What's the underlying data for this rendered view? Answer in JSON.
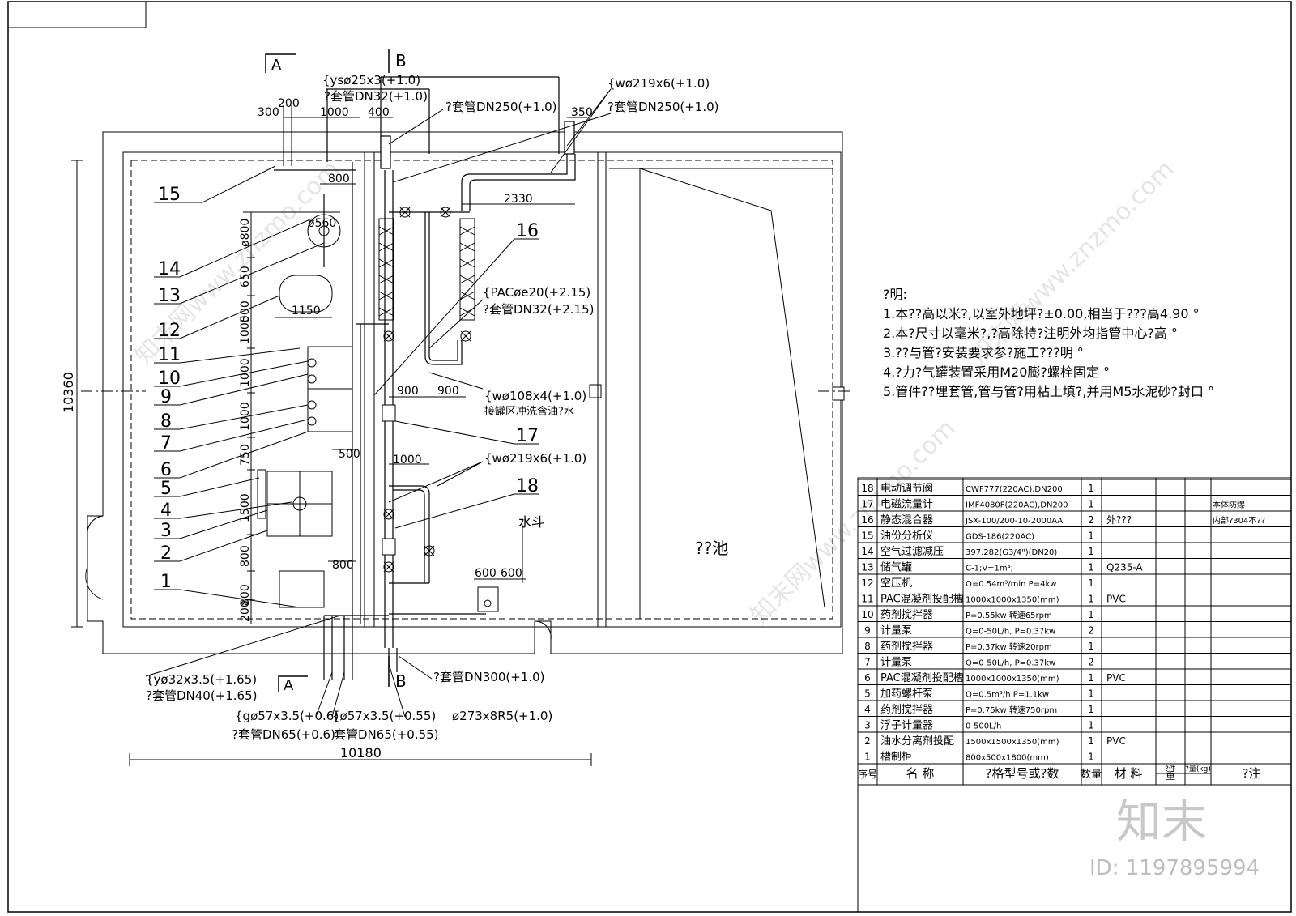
{
  "labels": {
    "section_a_top": "A",
    "section_a_bottom": "A",
    "section_b_top": "B",
    "section_b_bottom": "B",
    "pipe_ys_top": "{ysø25x3(+1.0)",
    "sleeve_dn32_top": "?套管DN32(+1.0)",
    "sleeve_dn250_a": "?套管DN250(+1.0)",
    "pipe_w219_top": "{wø219x6(+1.0)",
    "sleeve_dn250_b": "?套管DN250(+1.0)",
    "dim_300": "300",
    "dim_200": "200",
    "dim_1000_top": "1000",
    "dim_400": "400",
    "dim_350": "350",
    "dim_800_top": "800",
    "dim_2330": "2330",
    "dim_d560": "ø560",
    "dim_d800": "ø800",
    "dim_650": "650",
    "dim_500_v": "500",
    "dim_1150": "1150",
    "dim_1000_v1": "1000",
    "dim_1000_v2": "1000",
    "dim_1000_v3": "1000",
    "dim_750": "750",
    "dim_500_h": "500",
    "dim_1500": "1500",
    "dim_800_v": "800",
    "dim_800_h": "800",
    "dim_800_v2": "800",
    "dim_200_v": "200",
    "pipe_pac": "{PACøe20(+2.15)",
    "sleeve_dn32_pac": "?套管DN32(+2.15)",
    "dim_900_a": "900",
    "dim_900_b": "900",
    "pipe_w108": "{wø108x4(+1.0)",
    "wash_note": "接罐区冲洗含油?水",
    "dim_1000_mid": "1000",
    "pipe_w219_mid": "{wø219x6(+1.0)",
    "water_bucket": "水斗",
    "dim_600_a": "600",
    "dim_600_b": "600",
    "pool_label": "??池",
    "dim_10360": "10360",
    "dim_10180": "10180",
    "pipe_ys32": "{yø32x3.5(+1.65)",
    "sleeve_dn40": "?套管DN40(+1.65)",
    "sleeve_dn300": "?套管DN300(+1.0)",
    "pipe_g57": "{gø57x3.5(+0.6)",
    "pipe_57b": "{ø57x3.5(+0.55)",
    "pipe_273": "ø273x8R5(+1.0)",
    "sleeve_dn65_a": "?套管DN65(+0.6)",
    "sleeve_dn65_b": "套管DN65(+0.55)"
  },
  "callouts": [
    "1",
    "2",
    "3",
    "4",
    "5",
    "6",
    "7",
    "8",
    "9",
    "10",
    "11",
    "12",
    "13",
    "14",
    "15",
    "16",
    "17",
    "18"
  ],
  "notes": {
    "title": "?明:",
    "items": [
      "1.本??高以米?,以室外地坪?±0.00,相当于???高4.90 °",
      "2.本?尺寸以毫米?,?高除特?注明外均指管中心?高 °",
      "3.??与管?安装要求参?施工???明 °",
      "4.?力?气罐装置采用M20膨?螺栓固定 °",
      "5.管件??埋套管,管与管?用粘土填?,并用M5水泥砂?封口 °"
    ]
  },
  "bom": {
    "rows": [
      {
        "no": "18",
        "name": "电动调节阀",
        "spec": "CWF777(220AC),DN200",
        "qty": "1",
        "material": "",
        "remark": ""
      },
      {
        "no": "17",
        "name": "电磁流量计",
        "spec": "IMF4080F(220AC),DN200",
        "qty": "1",
        "material": "",
        "remark": "本体防爆"
      },
      {
        "no": "16",
        "name": "静态混合器",
        "spec": "JSX-100/200-10-2000AA",
        "qty": "2",
        "material": "外???",
        "remark": "内部?304不??"
      },
      {
        "no": "15",
        "name": "油份分析仪",
        "spec": "GDS-186(220AC)",
        "qty": "1",
        "material": "",
        "remark": ""
      },
      {
        "no": "14",
        "name": "空气过滤减压",
        "spec": "397.282(G3/4\")(DN20)",
        "qty": "1",
        "material": "",
        "remark": ""
      },
      {
        "no": "13",
        "name": "储气罐",
        "spec": "C-1;V=1m³;",
        "qty": "1",
        "material": "Q235-A",
        "remark": ""
      },
      {
        "no": "12",
        "name": "空压机",
        "spec": "Q=0.54m³/min  P=4kw",
        "qty": "1",
        "material": "",
        "remark": ""
      },
      {
        "no": "11",
        "name": "PAC混凝剂投配槽",
        "spec": "1000x1000x1350(mm)",
        "qty": "1",
        "material": "PVC",
        "remark": ""
      },
      {
        "no": "10",
        "name": "药剂搅拌器",
        "spec": "P=0.55kw 转速65rpm",
        "qty": "1",
        "material": "",
        "remark": ""
      },
      {
        "no": "9",
        "name": "计量泵",
        "spec": "Q=0-50L/h, P=0.37kw",
        "qty": "2",
        "material": "",
        "remark": ""
      },
      {
        "no": "8",
        "name": "药剂搅拌器",
        "spec": "P=0.37kw 转速20rpm",
        "qty": "1",
        "material": "",
        "remark": ""
      },
      {
        "no": "7",
        "name": "计量泵",
        "spec": "Q=0-50L/h, P=0.37kw",
        "qty": "2",
        "material": "",
        "remark": ""
      },
      {
        "no": "6",
        "name": "PAC混凝剂投配槽",
        "spec": "1000x1000x1350(mm)",
        "qty": "1",
        "material": "PVC",
        "remark": ""
      },
      {
        "no": "5",
        "name": "加药螺杆泵",
        "spec": "Q=0.5m³/h   P=1.1kw",
        "qty": "1",
        "material": "",
        "remark": ""
      },
      {
        "no": "4",
        "name": "药剂搅拌器",
        "spec": "P=0.75kw 转速750rpm",
        "qty": "1",
        "material": "",
        "remark": ""
      },
      {
        "no": "3",
        "name": "浮子计量器",
        "spec": "0-500L/h",
        "qty": "1",
        "material": "",
        "remark": ""
      },
      {
        "no": "2",
        "name": "油水分离剂投配",
        "spec": "1500x1500x1350(mm)",
        "qty": "1",
        "material": "PVC",
        "remark": ""
      },
      {
        "no": "1",
        "name": "槽制柜",
        "spec": "800x500x1800(mm)",
        "qty": "1",
        "material": "",
        "remark": ""
      }
    ],
    "header": {
      "no": "序号",
      "name": "名 称",
      "spec": "?格型号或?数",
      "qty": "数量",
      "material": "材 料",
      "unit_weight": "?件",
      "total_weight": "?量(kg)",
      "weight_label": "重",
      "remark": "?注"
    }
  },
  "watermark": {
    "logo_text": "知末",
    "id_text": "ID: 1197895994",
    "site_text": "知末网www.znzmo.com"
  }
}
